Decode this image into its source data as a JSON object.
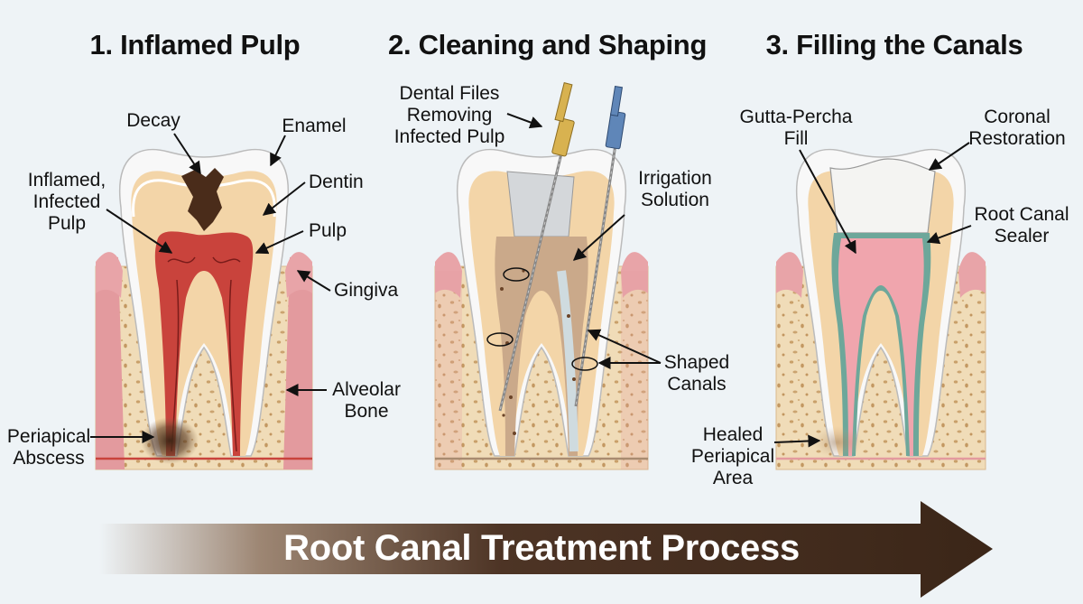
{
  "titles": {
    "step1": "1. Inflamed Pulp",
    "step2": "2. Cleaning and Shaping",
    "step3": "3. Filling the Canals"
  },
  "labels": {
    "decay": "Decay",
    "enamel": "Enamel",
    "inflamed_pulp": "Inflamed,\nInfected\nPulp",
    "dentin": "Dentin",
    "pulp": "Pulp",
    "gingiva": "Gingiva",
    "alveolar_bone": "Alveolar\nBone",
    "periapical_abscess": "Periapical\nAbscess",
    "dental_files": "Dental Files\nRemoving\nInfected Pulp",
    "irrigation": "Irrigation\nSolution",
    "shaped_canals": "Shaped\nCanals",
    "gutta_percha": "Gutta-Percha\nFill",
    "coronal_restoration": "Coronal\nRestoration",
    "root_canal_sealer": "Root Canal\nSealer",
    "healed_area": "Healed\nPeriapical\nArea"
  },
  "banner": "Root Canal Treatment Process",
  "colors": {
    "background": "#eef3f6",
    "gum": "#e39a9e",
    "bone": "#f0dcb8",
    "dentin": "#f3d5a8",
    "enamel": "#f8f8f8",
    "pulp_inflamed": "#c9433c",
    "pulp_healthy": "#f0a5ad",
    "sealer": "#6da79a",
    "decay": "#4a2c1a",
    "banner_arrow": "#3f2a1c",
    "file_gold": "#d8b250",
    "file_blue": "#5f86b8"
  },
  "icons": [
    "tooth-diagram",
    "dental-file-gold",
    "dental-file-blue",
    "rotation-arrow",
    "process-arrow"
  ]
}
